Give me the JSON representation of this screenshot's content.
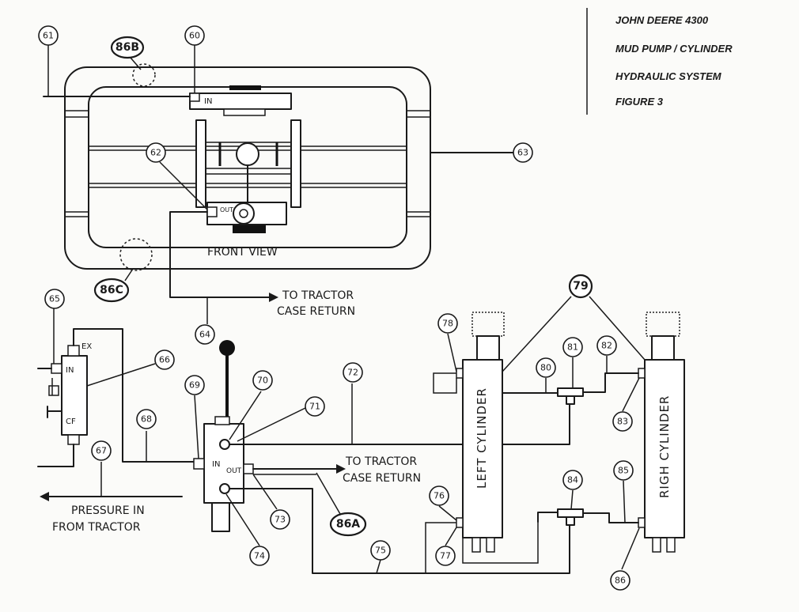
{
  "title_block": {
    "line1": "JOHN DEERE 4300",
    "line2": "MUD PUMP / CYLINDER",
    "line3": "HYDRAULIC SYSTEM",
    "line4": "FIGURE 3"
  },
  "labels": {
    "front_view": "FRONT VIEW",
    "return_top_1": "TO TRACTOR",
    "return_top_2": "CASE RETURN",
    "return_mid_1": "TO TRACTOR",
    "return_mid_2": "CASE RETURN",
    "pressure_1": "PRESSURE IN",
    "pressure_2": "FROM TRACTOR",
    "left_cylinder": "LEFT CYLINDER",
    "right_cylinder": "RIGH CYLINDER",
    "port_in_pump": "IN",
    "port_out_pump": "OUT",
    "port_ex": "EX",
    "port_in_sel": "IN",
    "port_cf": "CF",
    "port_in_valve": "IN",
    "port_out_valve": "OUT"
  },
  "callouts": {
    "c61": "61",
    "c60": "60",
    "c86b": "86B",
    "c62": "62",
    "c63": "63",
    "c86c": "86C",
    "c64": "64",
    "c65": "65",
    "c66": "66",
    "c67": "67",
    "c68": "68",
    "c69": "69",
    "c70": "70",
    "c71": "71",
    "c72": "72",
    "c73": "73",
    "c74": "74",
    "c75": "75",
    "c76": "76",
    "c77": "77",
    "c78": "78",
    "c79": "79",
    "c80": "80",
    "c81": "81",
    "c82": "82",
    "c83": "83",
    "c84": "84",
    "c85": "85",
    "c86": "86",
    "c86a": "86A"
  }
}
